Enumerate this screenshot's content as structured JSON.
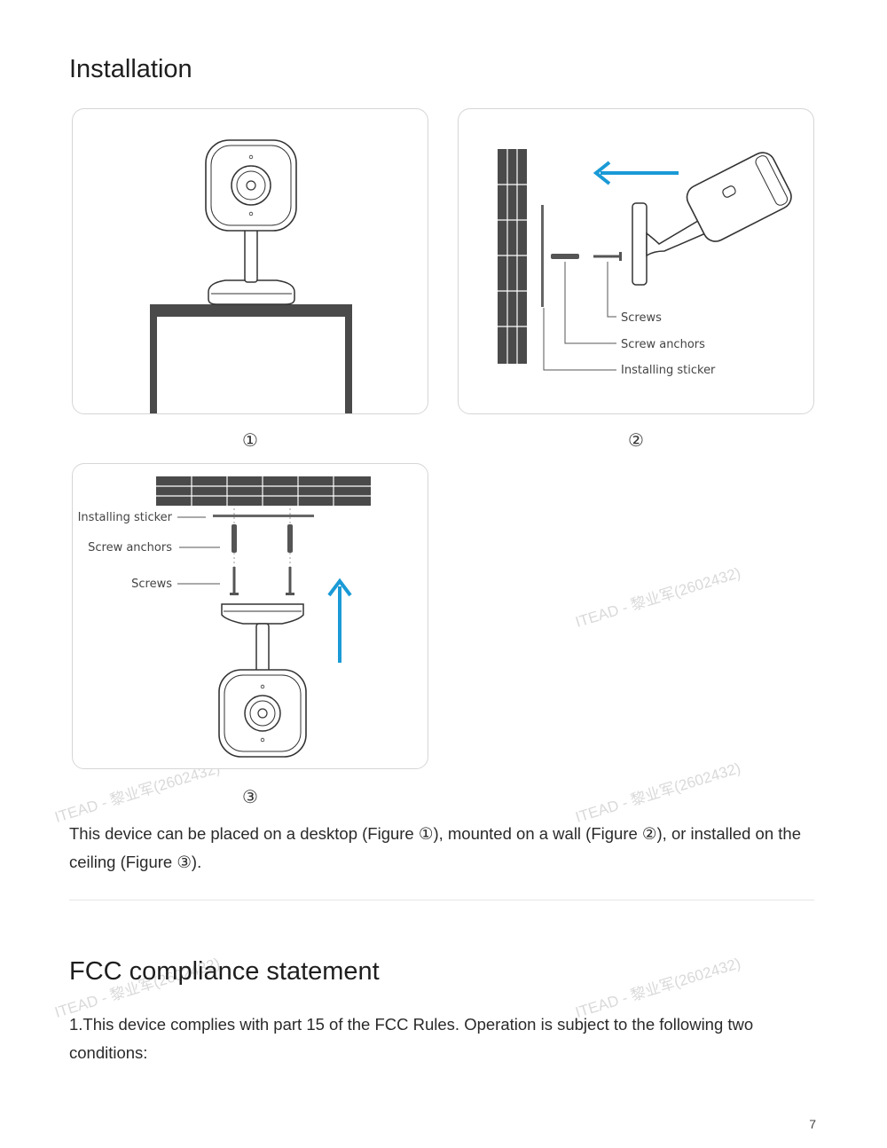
{
  "installation": {
    "title": "Installation",
    "figure1": {
      "caption": "①"
    },
    "figure2": {
      "caption": "②",
      "labels": {
        "screws": "Screws",
        "anchors": "Screw anchors",
        "sticker": "Installing sticker"
      }
    },
    "figure3": {
      "caption": "③",
      "labels": {
        "sticker": "Installing sticker",
        "anchors": "Screw anchors",
        "screws": "Screws"
      }
    },
    "description": "This device can be placed on a desktop (Figure ①), mounted on a wall (Figure ②), or installed on the ceiling (Figure ③)."
  },
  "fcc": {
    "title": "FCC compliance statement",
    "text": "1.This device complies with part 15 of the FCC Rules. Operation is subject to the following two conditions:"
  },
  "watermark": "ITEAD - 黎业军(2602432)",
  "page_number": "7",
  "colors": {
    "arrow": "#1a9ad6",
    "wall": "#4a4a4a"
  }
}
